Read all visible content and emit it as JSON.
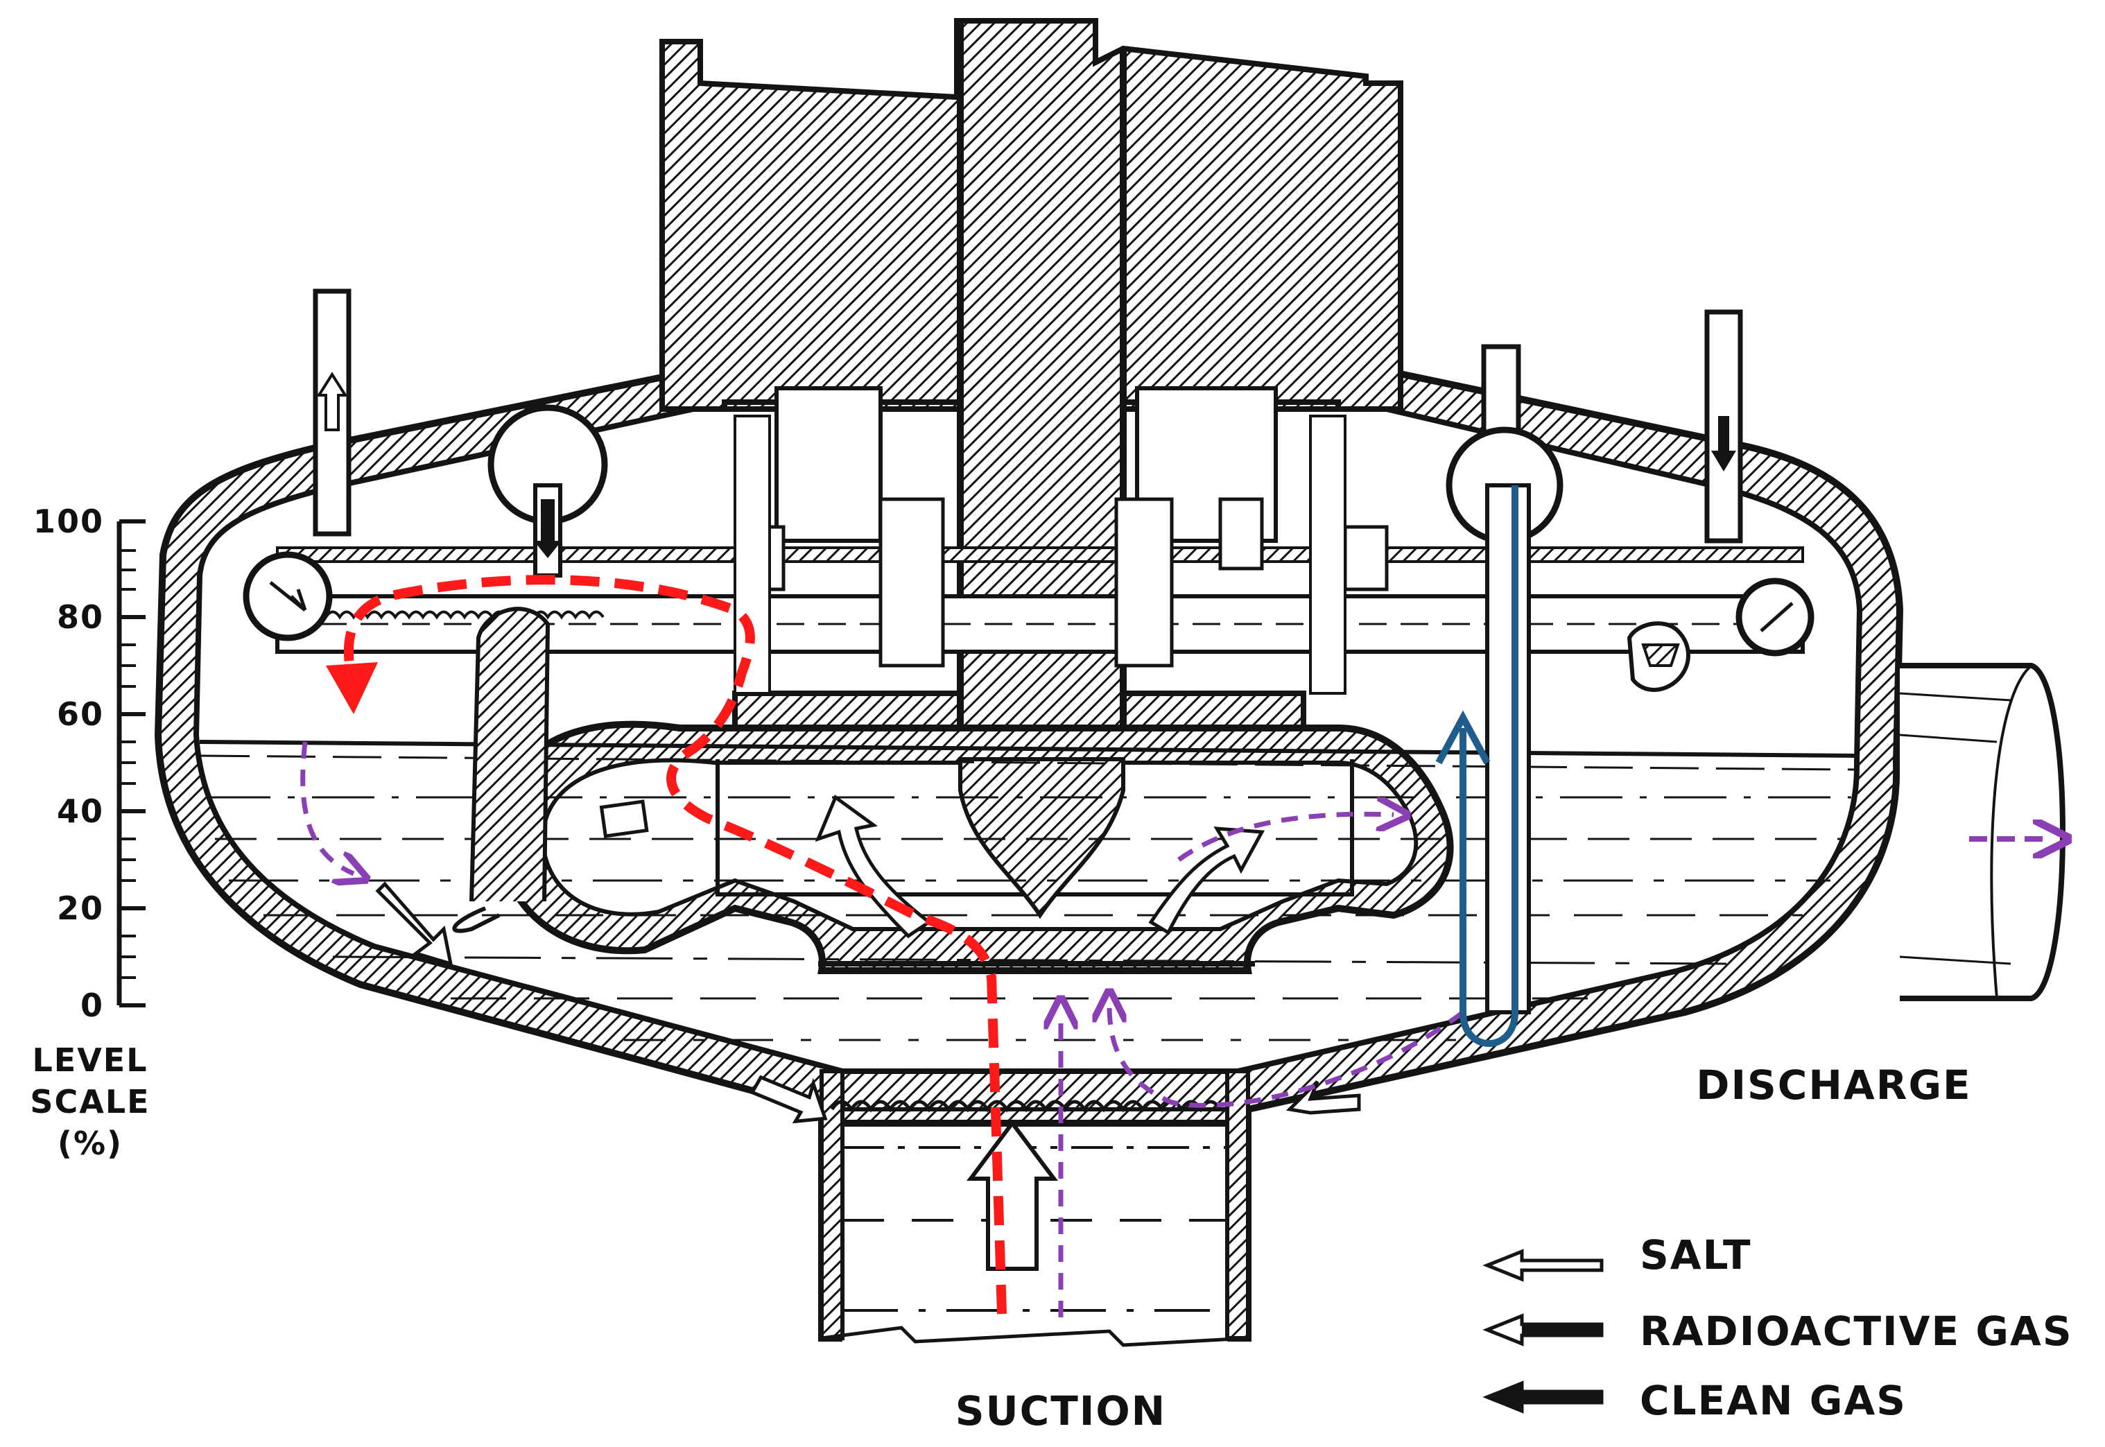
{
  "level_scale": {
    "title_lines": [
      "LEVEL",
      "SCALE",
      "(%)"
    ],
    "ticks": [
      "100",
      "80",
      "60",
      "40",
      "20",
      "0"
    ]
  },
  "labels": {
    "discharge": "DISCHARGE",
    "suction": "SUCTION"
  },
  "legend": [
    {
      "label": "SALT",
      "arrow": "hollow-arrow"
    },
    {
      "label": "RADIOACTIVE GAS",
      "arrow": "half-filled-arrow"
    },
    {
      "label": "CLEAN GAS",
      "arrow": "solid-arrow"
    }
  ],
  "colors": {
    "ink": "#141414",
    "overlay_red_dashed": "#ff1a1a",
    "overlay_purple_dashed": "#8a3fb5",
    "overlay_blue": "#1f5e8c"
  }
}
